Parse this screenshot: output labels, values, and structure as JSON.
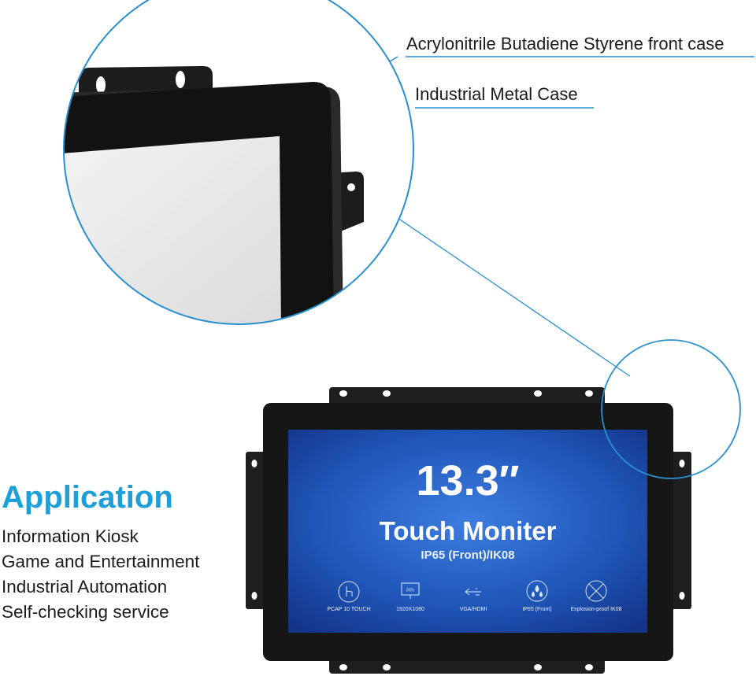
{
  "callouts": {
    "front_case": "Acrylonitrile Butadiene Styrene front case",
    "metal_case": "Industrial Metal Case"
  },
  "application": {
    "title": "Application",
    "items": [
      "Information Kiosk",
      "Game and Entertainment",
      "Industrial Automation",
      "Self-checking service"
    ]
  },
  "screen": {
    "size": "13.3″",
    "product": "Touch Moniter",
    "spec": "IP65 (Front)/IK08",
    "features": [
      {
        "label": "PCAP 10 TOUCH",
        "icon": "touch-hand-icon"
      },
      {
        "label": "1920X1080",
        "icon": "ppi-screen-icon",
        "icon_text": "PPI"
      },
      {
        "label": "VGA/HDMI",
        "icon": "usb-icon"
      },
      {
        "label": "IP65 (Front)",
        "icon": "water-drops-icon"
      },
      {
        "label": "Explosion-proof  IK08",
        "icon": "explosion-proof-icon"
      }
    ]
  },
  "colors": {
    "accent_blue": "#1e9fd8",
    "bezel": "#1a1a1a",
    "screen_blue": "#1f56b8"
  }
}
